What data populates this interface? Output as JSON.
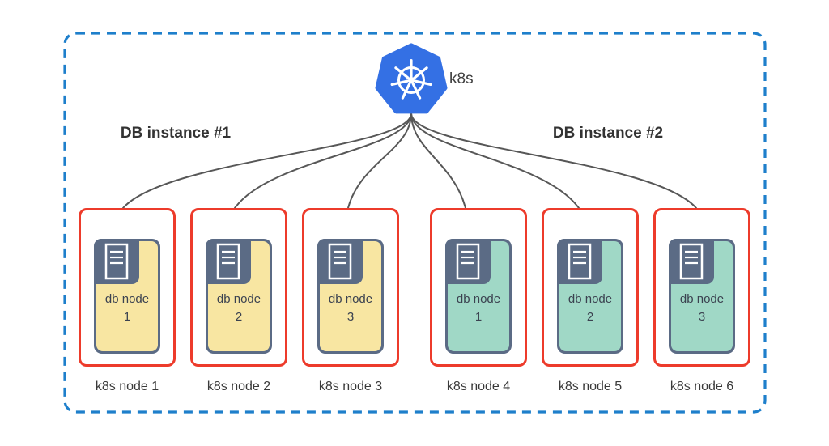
{
  "cluster": {
    "platform_label": "k8s"
  },
  "instances": [
    {
      "label": "DB instance #1"
    },
    {
      "label": "DB instance #2"
    }
  ],
  "nodes": [
    {
      "k8s_label": "k8s node 1",
      "db_line1": "db node",
      "db_line2": "1",
      "db_color": "#F8E6A2"
    },
    {
      "k8s_label": "k8s node 2",
      "db_line1": "db node",
      "db_line2": "2",
      "db_color": "#F8E6A2"
    },
    {
      "k8s_label": "k8s node 3",
      "db_line1": "db node",
      "db_line2": "3",
      "db_color": "#F8E6A2"
    },
    {
      "k8s_label": "k8s node 4",
      "db_line1": "db node",
      "db_line2": "1",
      "db_color": "#A0D8C6"
    },
    {
      "k8s_label": "k8s node 5",
      "db_line1": "db node",
      "db_line2": "2",
      "db_color": "#A0D8C6"
    },
    {
      "k8s_label": "k8s node 6",
      "db_line1": "db node",
      "db_line2": "3",
      "db_color": "#A0D8C6"
    }
  ],
  "colors": {
    "cluster_dashed_border": "#1E7FCB",
    "node_border_red": "#ED3B2B",
    "db_yellow": "#F8E6A2",
    "db_teal": "#A0D8C6",
    "slate_header": "#5B6B85",
    "kubernetes_blue": "#3470E4",
    "connector_gray": "#575757",
    "text_dark": "#333333"
  }
}
